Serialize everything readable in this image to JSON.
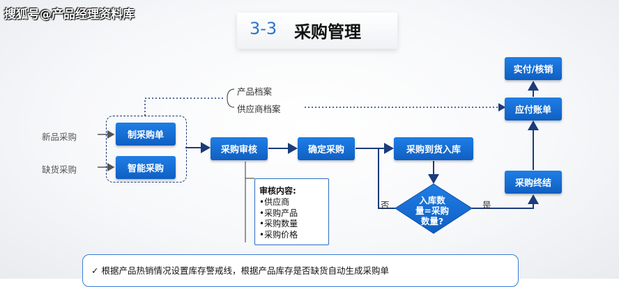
{
  "watermark": "搜狐号@产品经理资料库",
  "title": {
    "number": "3-3",
    "text": "采购管理"
  },
  "sources": {
    "new_purchase": "新品采购",
    "shortage_purchase": "缺货采购"
  },
  "archives": {
    "product": "产品档案",
    "supplier": "供应商档案"
  },
  "boxes": {
    "make_order": "制采购单",
    "smart_purchase": "智能采购",
    "review": "采购审核",
    "confirm": "确定采购",
    "arrival": "采购到货入库",
    "decision": "入库数量=采购数量?",
    "settle": "采购终结",
    "payable": "应付账单",
    "paid": "实付/核销"
  },
  "decision_lines": [
    "入库数",
    "量=采购",
    "数量?"
  ],
  "branch": {
    "no": "否",
    "yes": "是"
  },
  "review_box": {
    "heading": "审核内容:",
    "items": [
      "•供应商",
      "•采购产品",
      "•采购数量",
      "•采购价格"
    ]
  },
  "note": "✓ 根据产品热销情况设置库存警戒线，根据产品库存是否缺货自动生成采购单",
  "colors": {
    "primary": "#1670d8",
    "dashed": "#1b3b7a",
    "title_num": "#2c76c9"
  }
}
